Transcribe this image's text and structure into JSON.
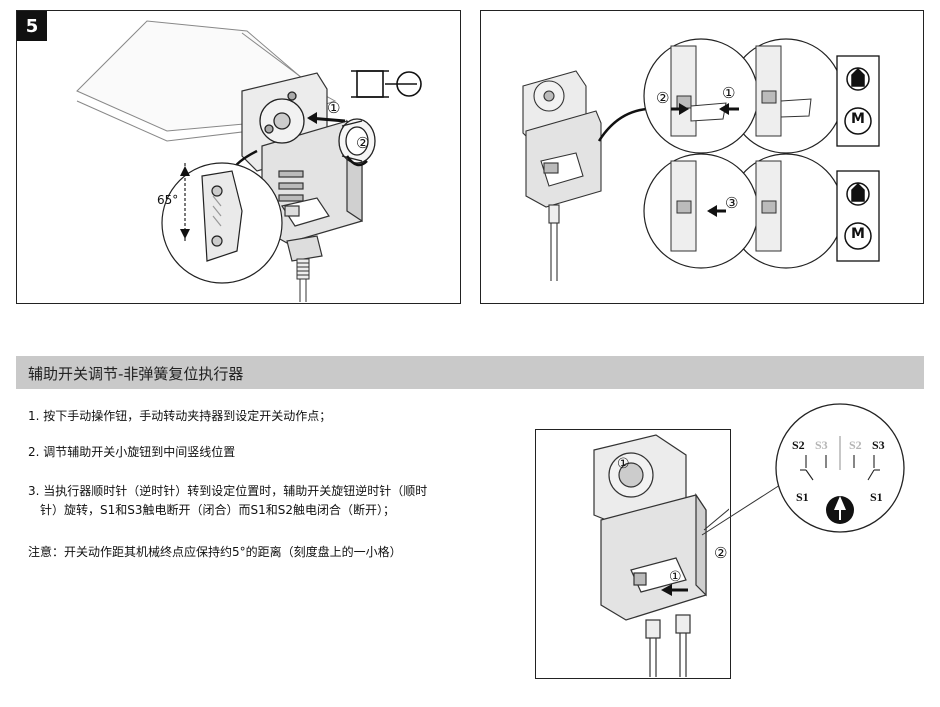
{
  "figure": {
    "step_number": "5",
    "angle_label": "65°",
    "callouts": [
      "①",
      "②",
      "③"
    ]
  },
  "section": {
    "title": "辅助开关调节-非弹簧复位执行器"
  },
  "instructions": [
    "1. 按下手动操作钮，手动转动夹持器到设定开关动作点；",
    "2. 调节辅助开关小旋钮到中间竖线位置",
    "3. 当执行器顺时针（逆时针）转到设定位置时，辅助开关旋钮逆时针（顺时",
    "针）旋转，S1和S3触电断开（闭合）而S1和S2触电闭合（断开）；"
  ],
  "note": "注意：开关动作距其机械终点应保持约5°的距离（刻度盘上的一小格）",
  "switch_dial": {
    "top_labels": [
      "S2",
      "S3",
      "S2",
      "S3"
    ],
    "bottom_labels": [
      "S1",
      "S1"
    ]
  },
  "mode_icons": [
    "hand-mode-icon",
    "motor-mode-icon"
  ],
  "mode_icon_letter": "M",
  "colors": {
    "banner": "#c9c9c9",
    "device_body": "#e6e6e6",
    "device_shade": "#cfcfcf",
    "faded_label": "#b5b5b5"
  }
}
